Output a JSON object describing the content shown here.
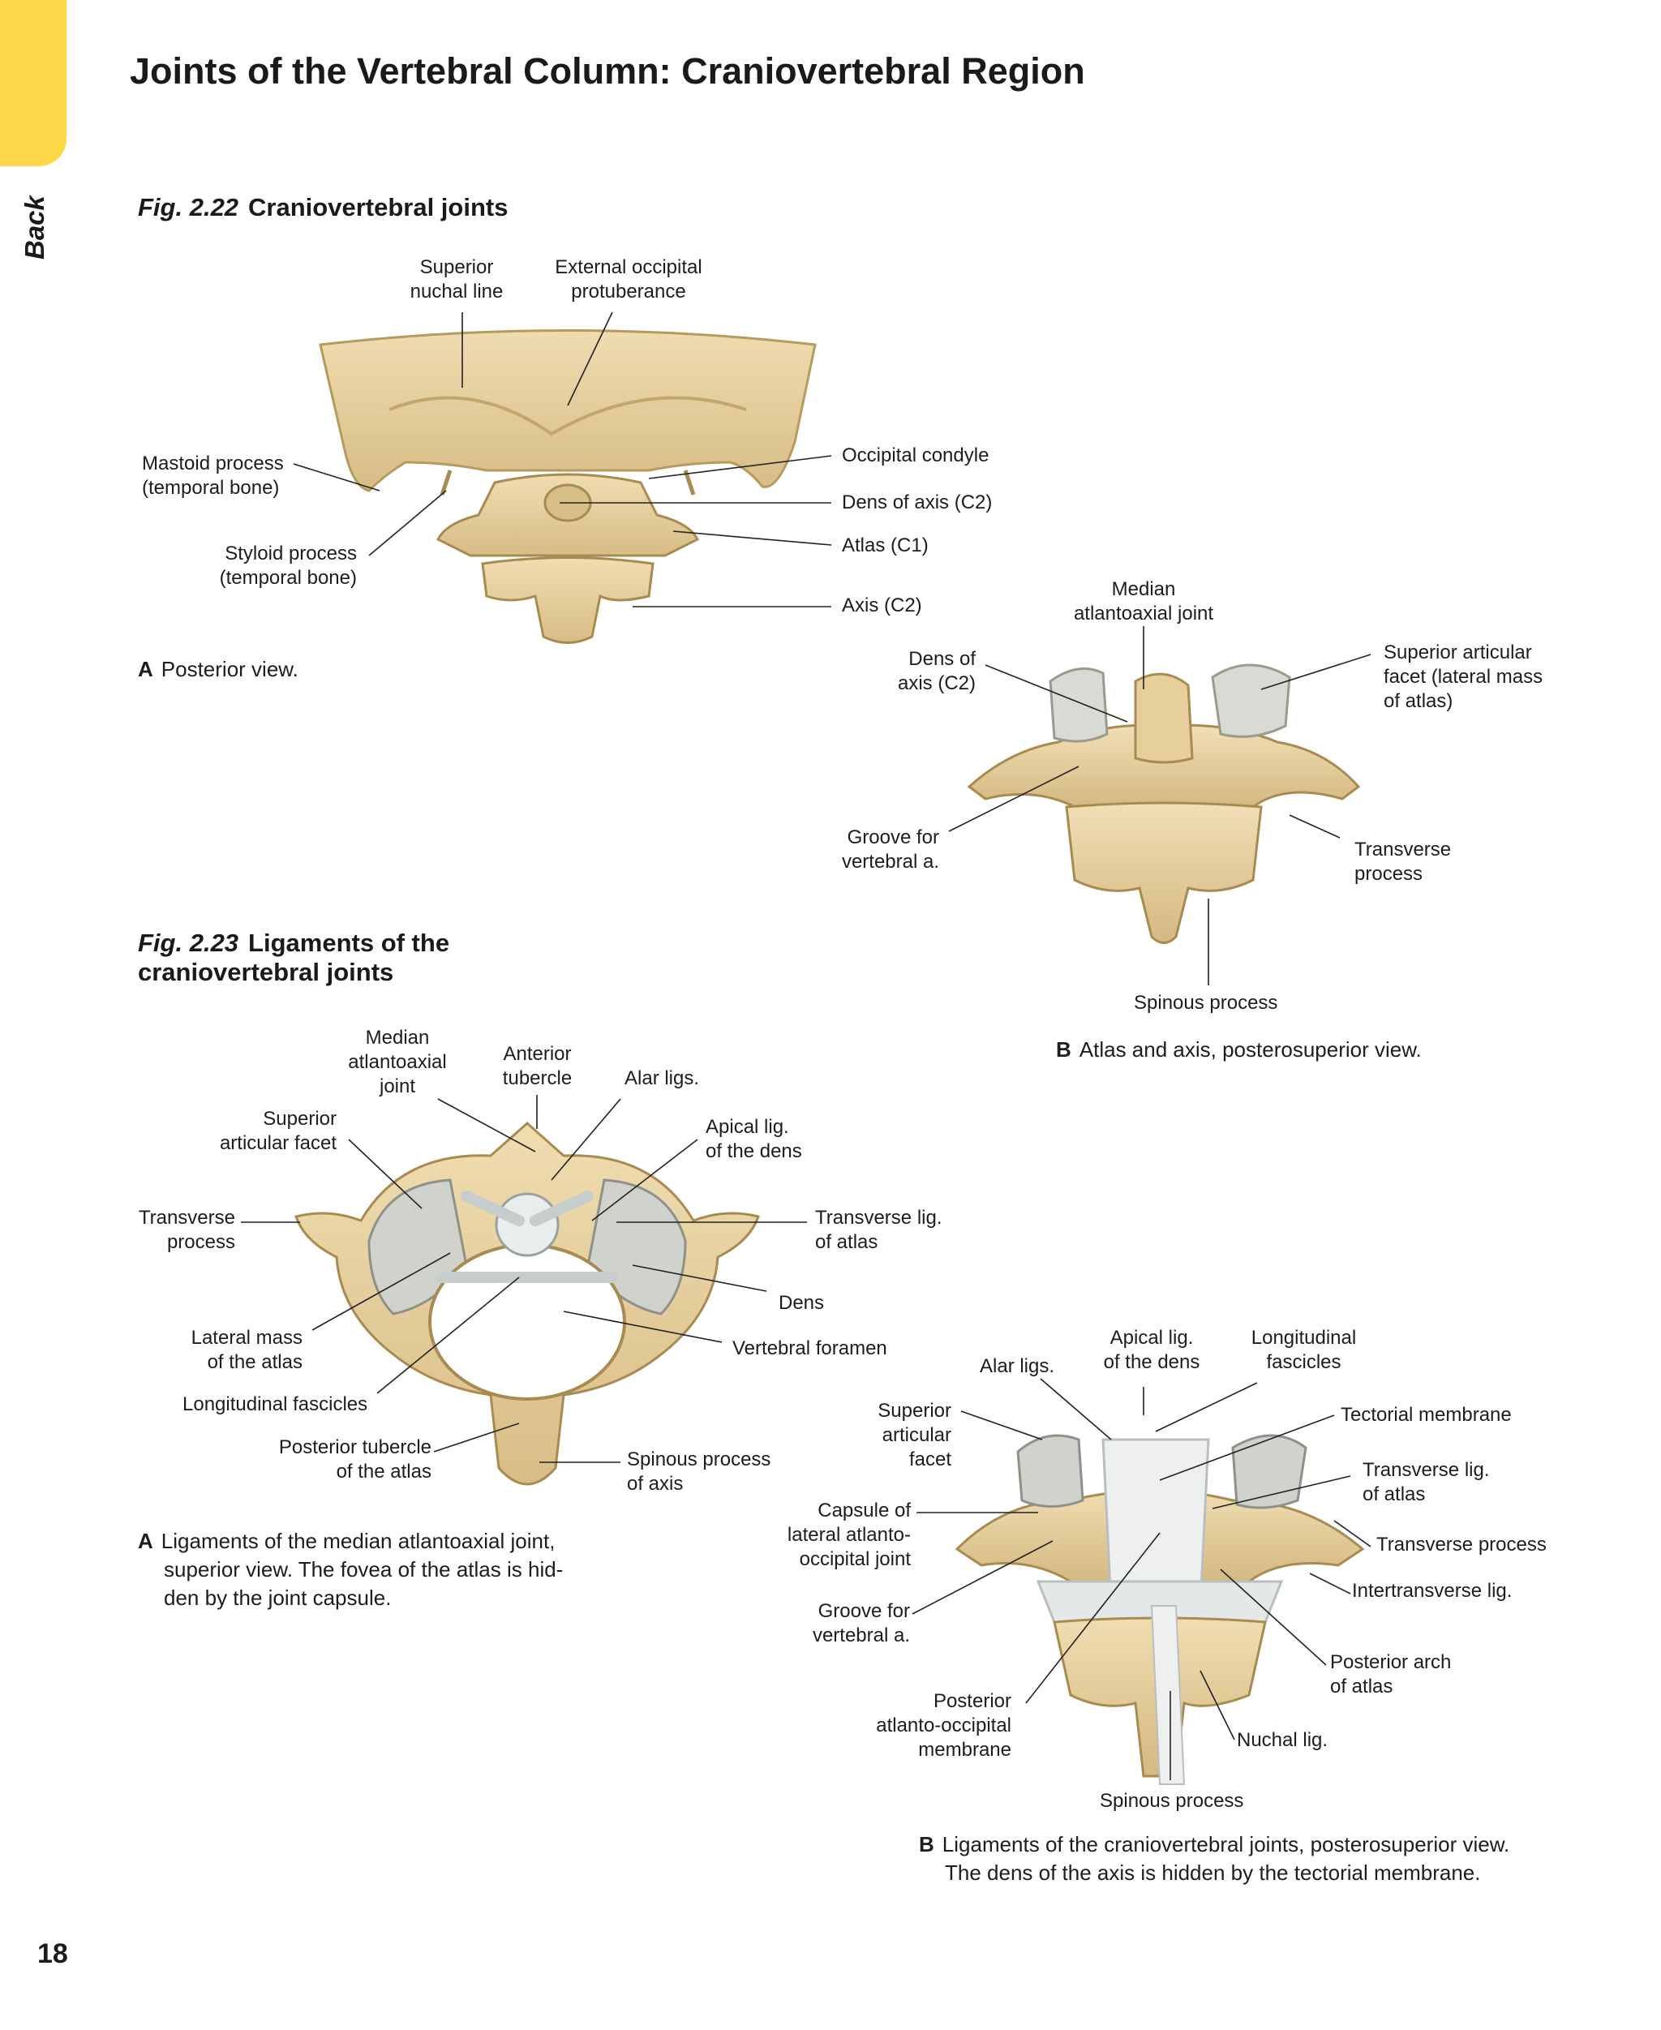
{
  "side_tab": "Back",
  "page_title": "Joints of the Vertebral Column: Craniovertebral Region",
  "page_number": "18",
  "fig22": {
    "number": "Fig. 2.22",
    "title": "Craniovertebral joints",
    "labels": {
      "superior_nuchal": [
        "Superior",
        "nuchal line"
      ],
      "ext_occipital": [
        "External occipital",
        "protuberance"
      ],
      "mastoid": [
        "Mastoid process",
        "(temporal bone)"
      ],
      "styloid": [
        "Styloid process",
        "(temporal bone)"
      ],
      "occipital_condyle": "Occipital condyle",
      "dens_c2": "Dens of axis (C2)",
      "atlas_c1": "Atlas (C1)",
      "axis_c2": "Axis (C2)",
      "median_joint": [
        "Median",
        "atlantoaxial joint"
      ],
      "dens_b": [
        "Dens of",
        "axis (C2)"
      ],
      "sup_art_facet": [
        "Superior articular",
        "facet (lateral mass",
        "of atlas)"
      ],
      "groove": [
        "Groove for",
        "vertebral a."
      ],
      "transverse": [
        "Transverse",
        "process"
      ],
      "spinous": "Spinous process"
    },
    "caption_a": {
      "letter": "A",
      "text": "Posterior view."
    },
    "caption_b": {
      "letter": "B",
      "text": "Atlas and axis, posterosuperior view."
    }
  },
  "fig23": {
    "number": "Fig. 2.23",
    "title": [
      "Ligaments of the",
      "craniovertebral joints"
    ],
    "labels_a": {
      "median_joint": [
        "Median",
        "atlantoaxial",
        "joint"
      ],
      "anterior_tubercle": [
        "Anterior",
        "tubercle"
      ],
      "alar": "Alar ligs.",
      "superior_facet": [
        "Superior",
        "articular facet"
      ],
      "apical": [
        "Apical lig.",
        "of the dens"
      ],
      "transverse_process": [
        "Transverse",
        "process"
      ],
      "transverse_lig": [
        "Transverse lig.",
        "of atlas"
      ],
      "dens": "Dens",
      "vertebral_foramen": "Vertebral foramen",
      "lateral_mass": [
        "Lateral mass",
        "of the atlas"
      ],
      "long_fascicles": "Longitudinal fascicles",
      "post_tubercle": [
        "Posterior tubercle",
        "of the atlas"
      ],
      "spinous_axis": [
        "Spinous process",
        "of axis"
      ]
    },
    "labels_b": {
      "apical": [
        "Apical lig.",
        "of the dens"
      ],
      "long_fascicles": [
        "Longitudinal",
        "fascicles"
      ],
      "alar": "Alar ligs.",
      "tectorial": "Tectorial membrane",
      "sup_art_facet": [
        "Superior",
        "articular",
        "facet"
      ],
      "transverse_lig": [
        "Transverse lig.",
        "of atlas"
      ],
      "capsule": [
        "Capsule of",
        "lateral atlanto-",
        "occipital joint"
      ],
      "transverse_process": "Transverse process",
      "intertransverse": "Intertransverse lig.",
      "groove": [
        "Groove for",
        "vertebral a."
      ],
      "posterior_arch": [
        "Posterior arch",
        "of atlas"
      ],
      "post_membrane": [
        "Posterior",
        "atlanto-occipital",
        "membrane"
      ],
      "nuchal": "Nuchal lig.",
      "spinous": "Spinous process"
    },
    "caption_a": {
      "letter": "A",
      "lines": [
        "Ligaments of the median atlantoaxial joint,",
        "superior view. The fovea of the atlas is hid-",
        "den by the joint capsule."
      ]
    },
    "caption_b": {
      "letter": "B",
      "lines": [
        "Ligaments of the craniovertebral joints, posterosuperior view.",
        "The dens of the axis is hidden by the tectorial membrane."
      ]
    }
  },
  "colors": {
    "tab": "#ffd84a",
    "bone": "#e8d3a2",
    "bone_dark": "#c9ad74",
    "cartilage": "#cfd3cc",
    "ligament": "#eef0f0"
  }
}
